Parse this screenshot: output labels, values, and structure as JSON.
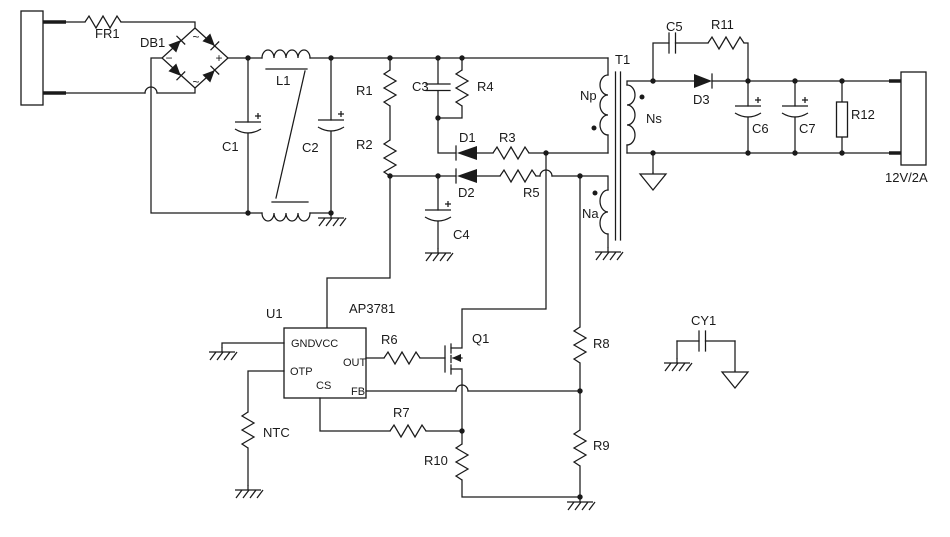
{
  "schematic": {
    "colors": {
      "line": "#1a1a1a",
      "background": "#ffffff"
    },
    "output": {
      "rating": "12V/2A"
    },
    "components": {
      "fr1": "FR1",
      "db1": "DB1",
      "c1": "C1",
      "c2": "C2",
      "l1": "L1",
      "r1": "R1",
      "r2": "R2",
      "c3": "C3",
      "r4": "R4",
      "d1": "D1",
      "r3": "R3",
      "d2": "D2",
      "r5": "R5",
      "c4": "C4",
      "c5": "C5",
      "r11": "R11",
      "d3": "D3",
      "c6": "C6",
      "c7": "C7",
      "r12": "R12",
      "r6": "R6",
      "r7": "R7",
      "r8": "R8",
      "r9": "R9",
      "r10": "R10",
      "q1": "Q1",
      "ntc": "NTC",
      "cy1": "CY1",
      "u1": "U1"
    },
    "ic": {
      "part": "AP3781",
      "pins": {
        "gnd": "GND",
        "vcc": "VCC",
        "otp": "OTP",
        "out": "OUT",
        "cs": "CS",
        "fb": "FB"
      }
    },
    "transformer": {
      "ref": "T1",
      "primary": "Np",
      "secondary": "Ns",
      "aux": "Na"
    },
    "bridge_marks": {
      "ac_top": "~",
      "ac_bottom": "~",
      "plus": "+",
      "minus": "−"
    }
  }
}
